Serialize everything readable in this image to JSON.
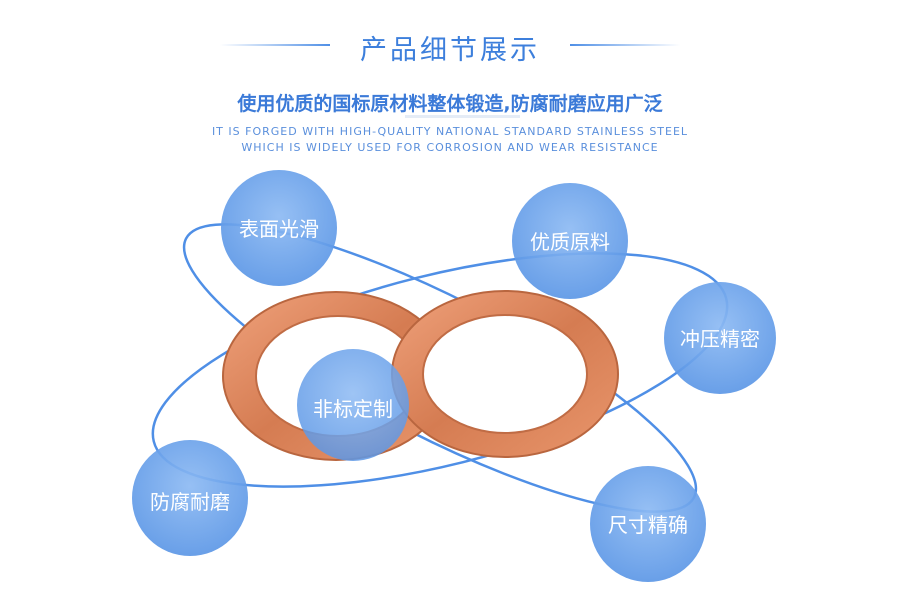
{
  "header": {
    "title": "产品细节展示",
    "subtitle": "使用优质的国标原材料整体锻造,防腐耐磨应用广泛",
    "english_line1": "IT IS FORGED WITH HIGH-QUALITY NATIONAL STANDARD STAINLESS STEEL",
    "english_line2": "WHICH IS WIDELY USED FOR CORROSION AND WEAR RESISTANCE"
  },
  "features": [
    {
      "label": "表面光滑"
    },
    {
      "label": "优质原料"
    },
    {
      "label": "冲压精密"
    },
    {
      "label": "非标定制"
    },
    {
      "label": "防腐耐磨"
    },
    {
      "label": "尺寸精确"
    }
  ],
  "colors": {
    "accent": "#3d7fdc",
    "orbit": "#4f8fe6",
    "bubble": "#6aa2ec",
    "copper": "#d9835a"
  }
}
